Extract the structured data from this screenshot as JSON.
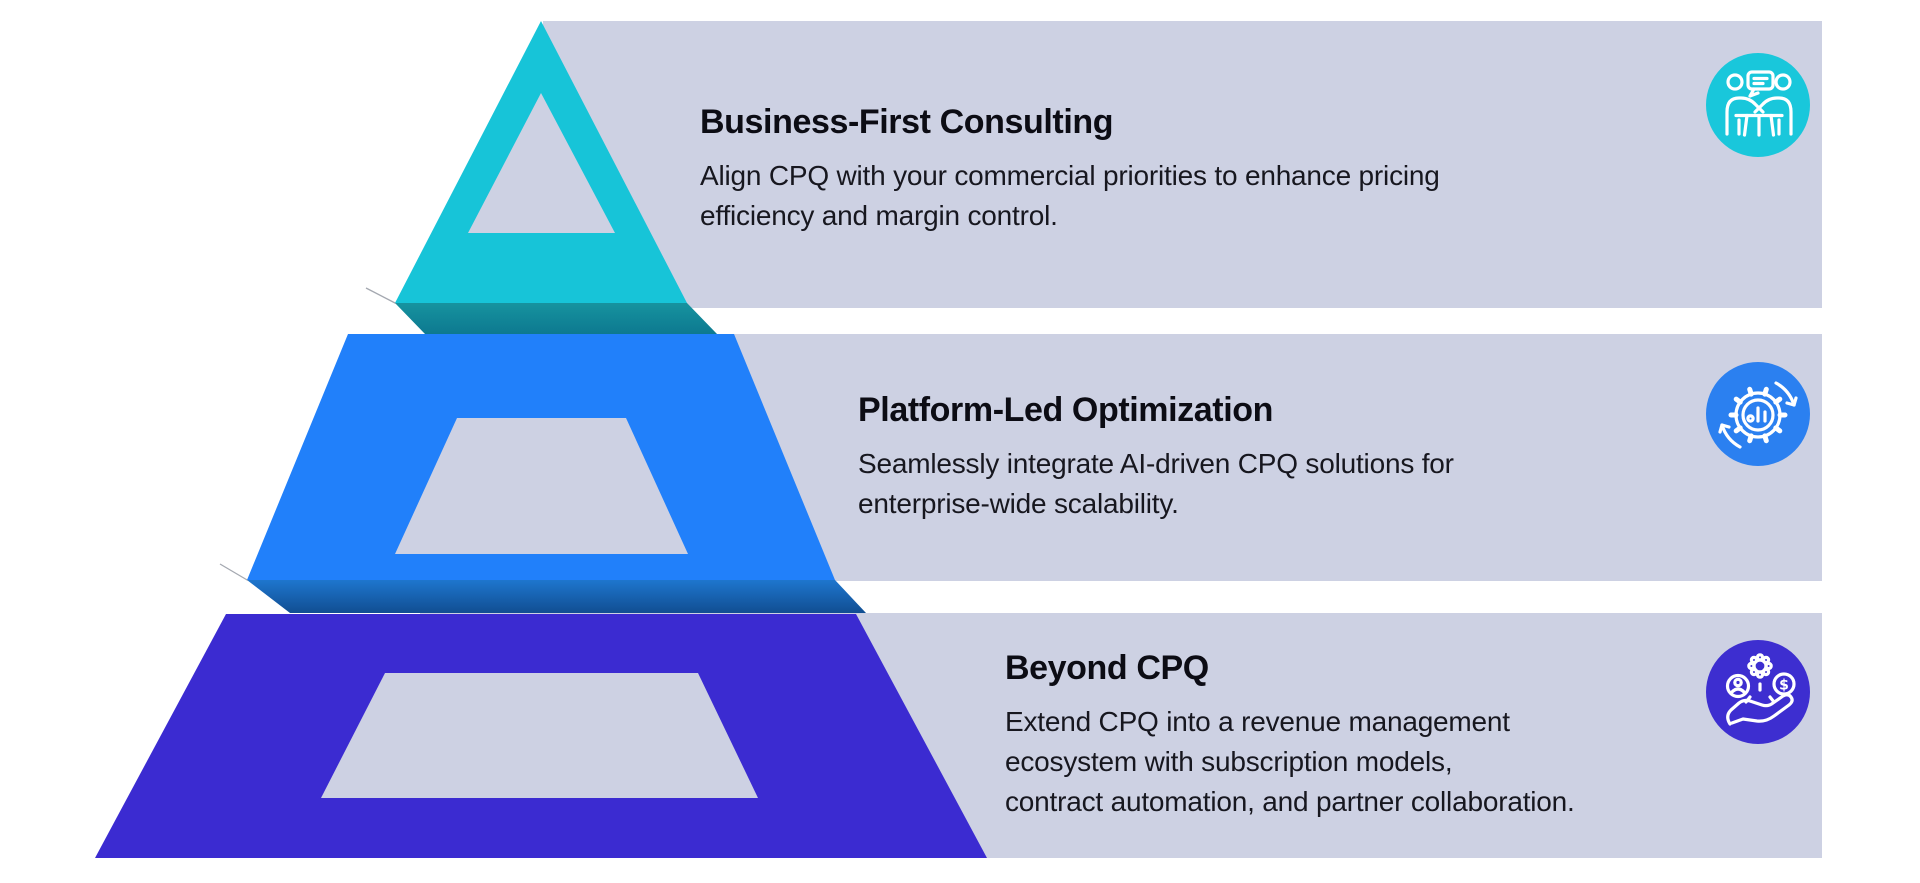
{
  "colors": {
    "background": "#FFFFFF",
    "card_bg": "#CDD1E3",
    "heading_text": "#0C0C14",
    "body_text": "#17171F",
    "tier1": "#17C4D8",
    "tier2": "#2180FA",
    "tier3": "#3B2BD1",
    "fold1_top": "#16939F",
    "fold1_bottom": "#0D7990",
    "fold2_top": "#1E76CE",
    "fold2_bottom": "#114E92",
    "icon1_bg": "#19C7DB",
    "icon2_bg": "#2B80F0",
    "icon3_bg": "#3D2ED0",
    "icon_line": "#FFFFFF"
  },
  "tiers": [
    {
      "heading": "Business-First Consulting",
      "body_lines": [
        "Align CPQ with your commercial priorities to enhance pricing",
        "efficiency and margin control."
      ],
      "icon": "consulting-people-icon"
    },
    {
      "heading": "Platform-Led Optimization",
      "body_lines": [
        "Seamlessly integrate AI-driven CPQ solutions for",
        "enterprise-wide scalability."
      ],
      "icon": "gear-growth-icon"
    },
    {
      "heading": "Beyond CPQ",
      "body_lines": [
        "Extend CPQ into a revenue management",
        "ecosystem with subscription models,",
        "contract automation, and partner collaboration."
      ],
      "icon": "revenue-hand-icon"
    }
  ],
  "coin_symbol": "$"
}
